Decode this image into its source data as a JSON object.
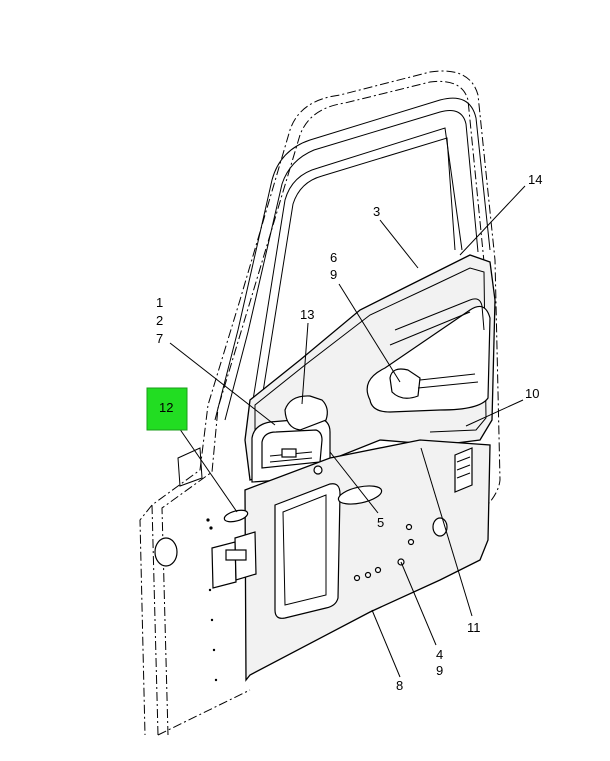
{
  "callouts": {
    "c1": "1",
    "c2": "2",
    "c7": "7",
    "c12": "12",
    "c13": "13",
    "c6": "6",
    "c9a": "9",
    "c3": "3",
    "c14": "14",
    "c10": "10",
    "c5": "5",
    "c11": "11",
    "c4": "4",
    "c9b": "9",
    "c8": "8"
  },
  "colors": {
    "highlight": "#22dd22",
    "line": "#000000",
    "panel_fill": "#f2f2f2"
  }
}
